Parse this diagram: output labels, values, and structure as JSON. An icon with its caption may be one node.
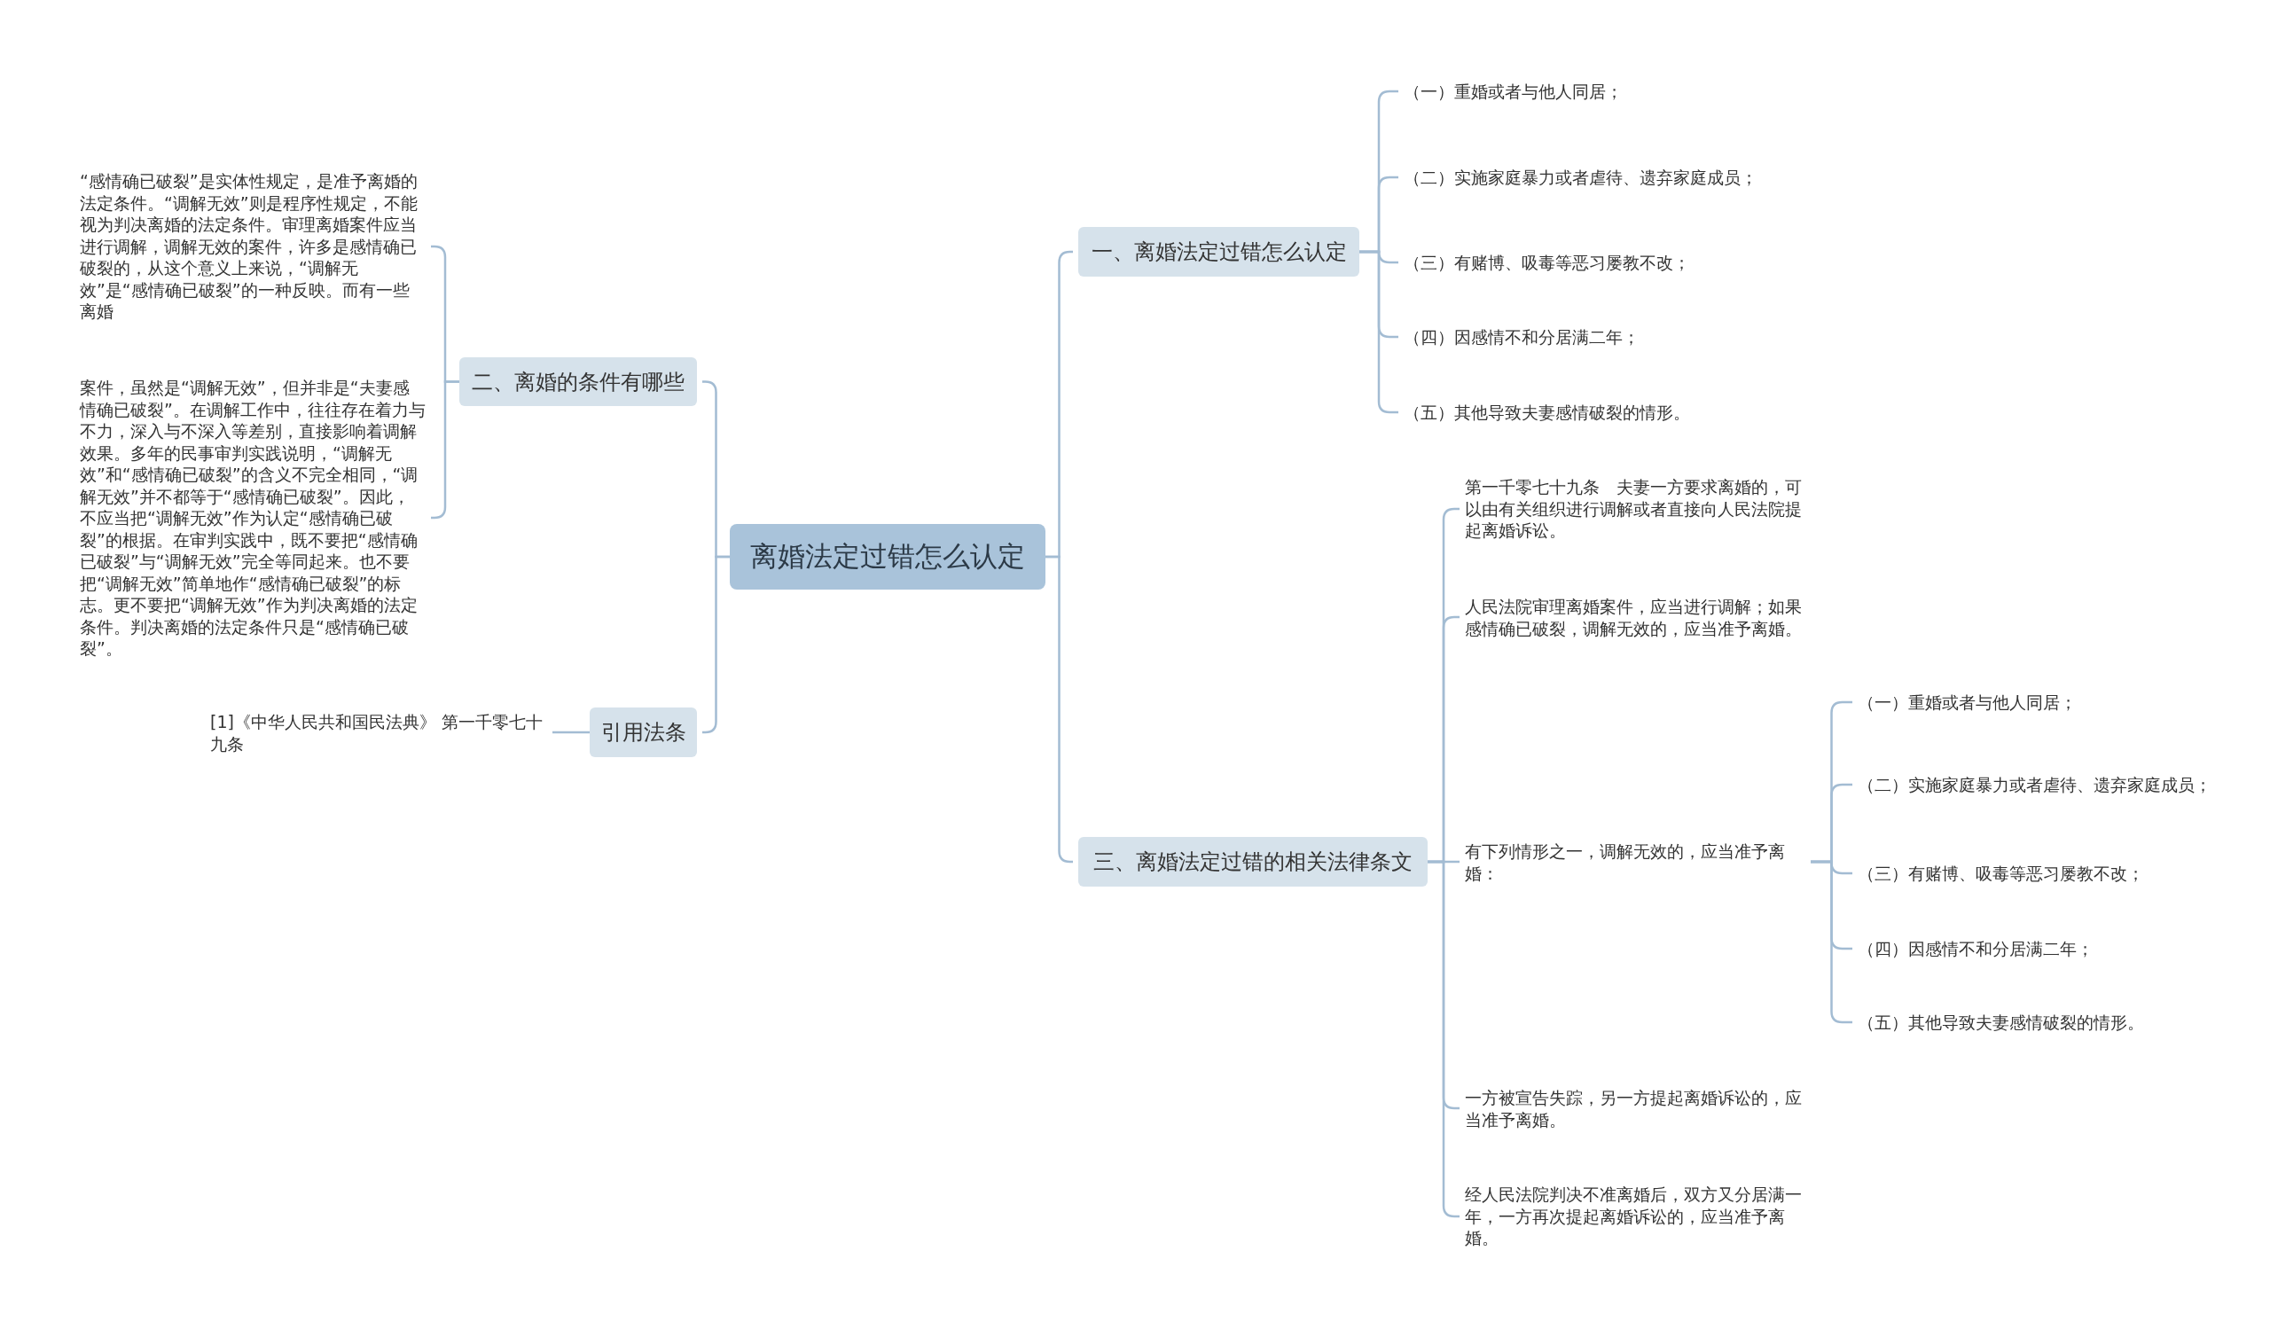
{
  "diagram": {
    "nodes": [
      {
        "text": [
          "离婚法定过错怎么认定"
        ]
      },
      {
        "text": [
          "一、离婚法定过错怎么认定"
        ]
      },
      {
        "text": [
          "（一）重婚或者与他人同居；"
        ]
      },
      {
        "text": [
          "（二）实施家庭暴力或者虐待、遗弃家庭成员；"
        ]
      },
      {
        "text": [
          "（三）有赌博、吸毒等恶习屡教不改；"
        ]
      },
      {
        "text": [
          "（四）因感情不和分居满二年；"
        ]
      },
      {
        "text": [
          "（五）其他导致夫妻感情破裂的情形。"
        ]
      },
      {
        "text": [
          "三、离婚法定过错的相关法律条文"
        ]
      },
      {
        "text": [
          "第一千零七十九条　夫妻一方要求离婚的，可以由有关组织进行调解或者直接向人民法院提起离婚诉讼。"
        ]
      },
      {
        "text": [
          "人民法院审理离婚案件，应当进行调解；如果感情确已破裂，调解无效的，应当准予离婚。"
        ]
      },
      {
        "text": [
          "有下列情形之一，调解无效的，应当准予离婚："
        ]
      },
      {
        "text": [
          "（一）重婚或者与他人同居；"
        ]
      },
      {
        "text": [
          "（二）实施家庭暴力或者虐待、遗弃家庭成员；"
        ]
      },
      {
        "text": [
          "（三）有赌博、吸毒等恶习屡教不改；"
        ]
      },
      {
        "text": [
          "（四）因感情不和分居满二年；"
        ]
      },
      {
        "text": [
          "（五）其他导致夫妻感情破裂的情形。"
        ]
      },
      {
        "text": [
          "一方被宣告失踪，另一方提起离婚诉讼的，应当准予离婚。"
        ]
      },
      {
        "text": [
          "经人民法院判决不准离婚后，双方又分居满一年，一方再次提起离婚诉讼的，应当准予离婚。"
        ]
      },
      {
        "text": [
          "二、离婚的条件有哪些"
        ]
      },
      {
        "text": [
          "“感情确已破裂”是实体性规定，是准予离婚的法定条件。“调解无效”则是程序性规定，不能视为判决离婚的法定条件。审理离婚案件应当进行调解，调解无效的案件，许多是感情确已破裂的，从这个意义上来说，“调解无效”是“感情确已破裂”的一种反映。而有一些离婚"
        ]
      },
      {
        "text": [
          "案件，虽然是“调解无效”，但并非是“夫妻感情确已破裂”。在调解工作中，往往存在着力与不力，深入与不深入等差别，直接影响着调解效果。多年的民事审判实践说明，“调解无效”和“感情确已破裂”的含义不完全相同，“调解无效”并不都等于“感情确已破裂”。因此，不应当把“调解无效”作为认定“感情确已破裂”的根据。在审判实践中，既不要把“感情确已破裂”与“调解无效”完全等同起来。也不要把“调解无效”简单地作“感情确已破裂”的标志。更不要把“调解无效”作为判决离婚的法定条件。判决离婚的法定条件只是“感情确已破裂”。"
        ]
      },
      {
        "text": [
          "引用法条"
        ]
      },
      {
        "text": [
          "[1]《中华人民共和国民法典》 第一千零七十九条"
        ]
      }
    ],
    "edges": [
      {
        "from": 0,
        "to": 1,
        "arrow": "none"
      },
      {
        "from": 1,
        "to": 2,
        "arrow": "none"
      },
      {
        "from": 1,
        "to": 3,
        "arrow": "none"
      },
      {
        "from": 1,
        "to": 4,
        "arrow": "none"
      },
      {
        "from": 1,
        "to": 5,
        "arrow": "none"
      },
      {
        "from": 1,
        "to": 6,
        "arrow": "none"
      },
      {
        "from": 0,
        "to": 7,
        "arrow": "none"
      },
      {
        "from": 7,
        "to": 8,
        "arrow": "none"
      },
      {
        "from": 7,
        "to": 9,
        "arrow": "none"
      },
      {
        "from": 7,
        "to": 10,
        "arrow": "none"
      },
      {
        "from": 10,
        "to": 11,
        "arrow": "none"
      },
      {
        "from": 10,
        "to": 12,
        "arrow": "none"
      },
      {
        "from": 10,
        "to": 13,
        "arrow": "none"
      },
      {
        "from": 10,
        "to": 14,
        "arrow": "none"
      },
      {
        "from": 10,
        "to": 15,
        "arrow": "none"
      },
      {
        "from": 7,
        "to": 16,
        "arrow": "none"
      },
      {
        "from": 7,
        "to": 17,
        "arrow": "none"
      },
      {
        "from": 0,
        "to": 18,
        "arrow": "none"
      },
      {
        "from": 18,
        "to": 19,
        "arrow": "none"
      },
      {
        "from": 18,
        "to": 20,
        "arrow": "none"
      },
      {
        "from": 0,
        "to": 21,
        "arrow": "none"
      },
      {
        "from": 21,
        "to": 22,
        "arrow": "none"
      }
    ]
  }
}
